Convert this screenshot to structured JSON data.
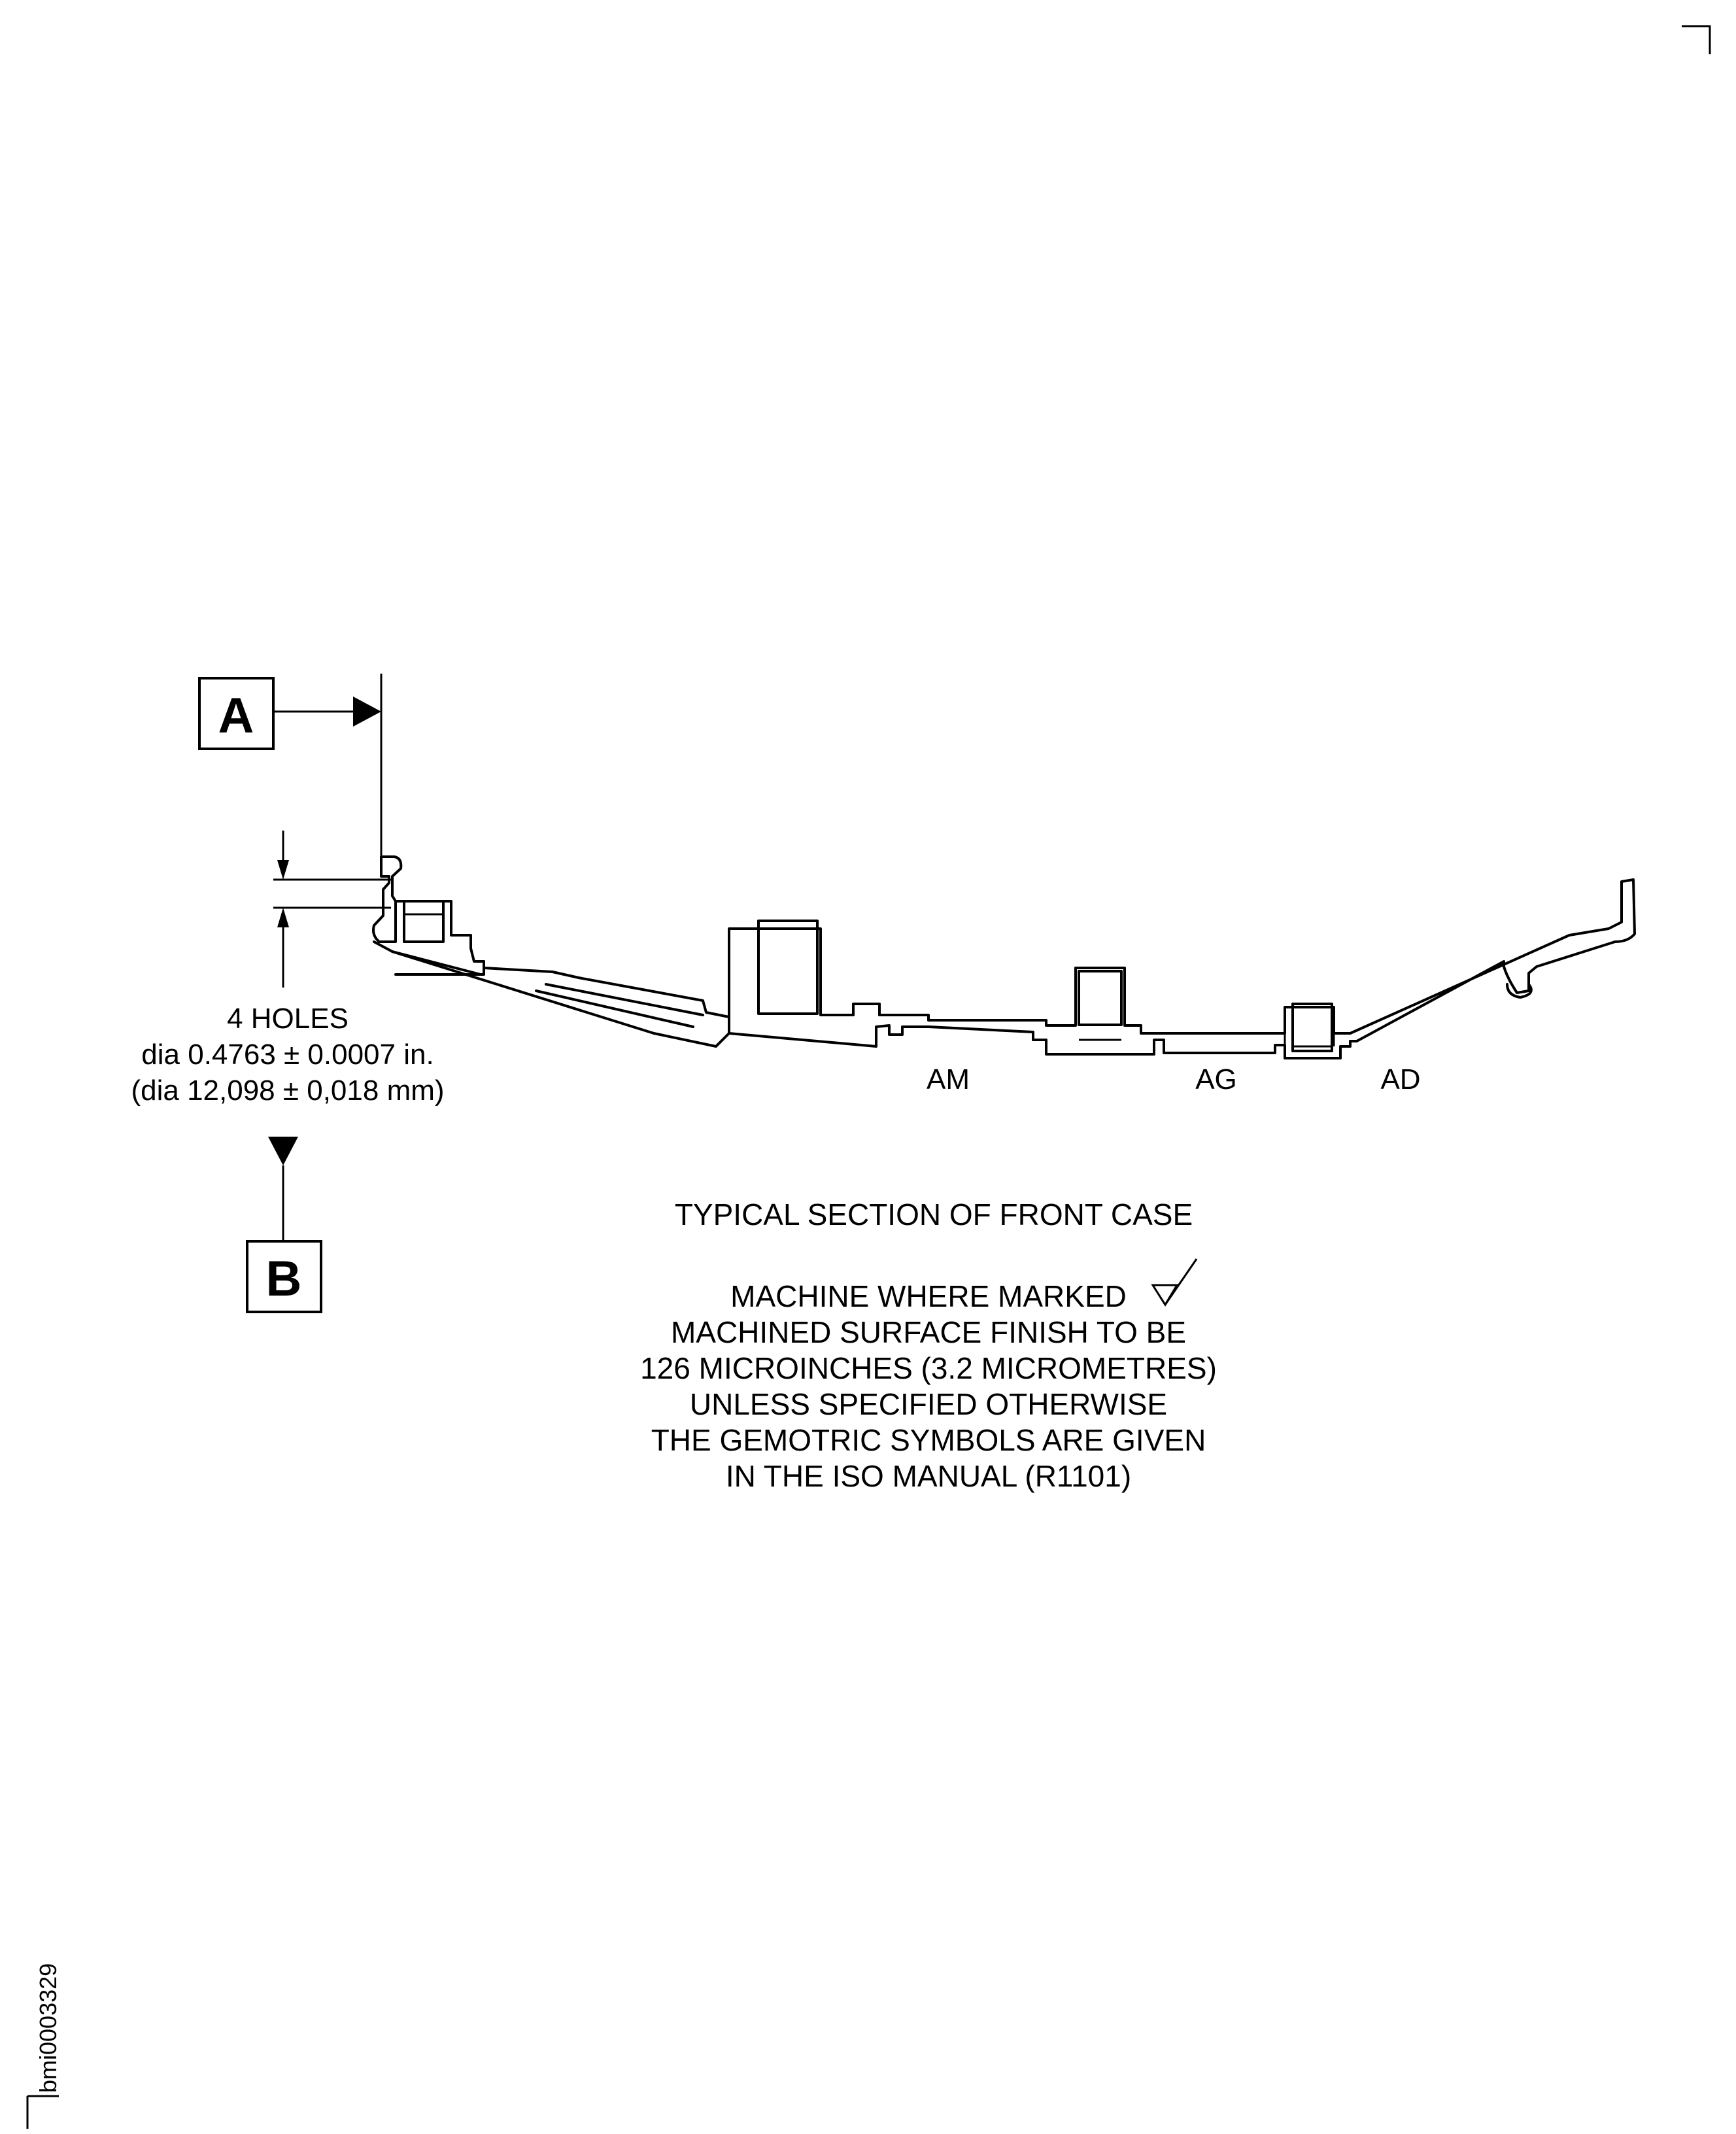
{
  "datum_a": "A",
  "datum_b": "B",
  "holes": {
    "count": "4 HOLES",
    "dia_in": "dia 0.4763 ± 0.0007 in.",
    "dia_mm": "(dia 12,098 ± 0,018 mm)"
  },
  "stations": [
    "AM",
    "AG",
    "AD"
  ],
  "title": "TYPICAL SECTION OF FRONT CASE",
  "notes": [
    "MACHINE WHERE MARKED",
    "MACHINED SURFACE FINISH TO BE",
    "126 MICROINCHES (3.2 MICROMETRES)",
    "UNLESS SPECIFIED OTHERWISE",
    "THE GEMOTRIC SYMBOLS ARE GIVEN",
    "IN THE ISO MANUAL (R1101)"
  ],
  "figure_id": "bmi0003329"
}
